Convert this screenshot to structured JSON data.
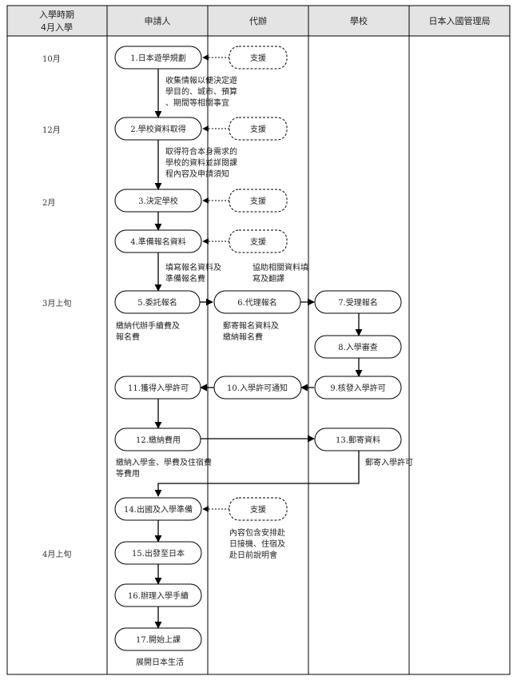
{
  "header": {
    "period_title": "入學時期",
    "period_sub": "4月入學",
    "columns": [
      "申請人",
      "代辦",
      "學校",
      "日本入國管理局"
    ]
  },
  "timeline": [
    "10月",
    "12月",
    "2月",
    "3月上旬",
    "4月上旬"
  ],
  "nodes": {
    "n1": "1.日本遊學規劃",
    "s1": "支援",
    "n2": "2.學校資料取得",
    "s2": "支援",
    "n3": "3.決定學校",
    "s3": "支援",
    "n4": "4.準備報名資料",
    "s4": "支援",
    "n5": "5.委託報名",
    "n6": "6.代理報名",
    "n7": "7.受理報名",
    "n8": "8.入學審查",
    "n9": "9.核發入學許可",
    "n10": "10.入學許可通知",
    "n11": "11.獲得入學許可",
    "n12": "12.繳納費用",
    "n13": "13.郵寄資料",
    "n14": "14.出國及入學準備",
    "s14": "支援",
    "n15": "15.出發至日本",
    "n16": "16.辦理入學手續",
    "n17": "17.開始上課"
  },
  "notes": {
    "a1": [
      "收集情報以便決定遊",
      "學目的、城市、預算",
      "、期間等相關事宜"
    ],
    "a2": [
      "取得符合本身需求的",
      "學校的資料並詳閱課",
      "程內容及申請須知"
    ],
    "a4": [
      "填寫報名資料及",
      "準備報名費"
    ],
    "a4b": [
      "協助相關資料填",
      "寫及翻譯"
    ],
    "a5": [
      "繳納代辦手續費及",
      "報名費"
    ],
    "a6": [
      "郵寄報名資料及",
      "繳納報名費"
    ],
    "a12": [
      "繳納入學金、學費及住宿費",
      "等費用"
    ],
    "a13": [
      "郵寄入學許可"
    ],
    "a14": [
      "內容包含安排赴",
      "日接機、住宿及",
      "赴日前說明會"
    ],
    "a17": [
      "展開日本生活"
    ]
  }
}
